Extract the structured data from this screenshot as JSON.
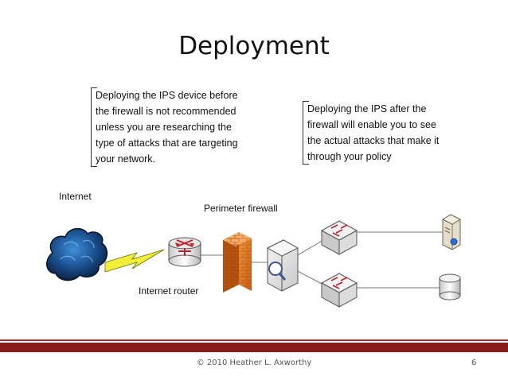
{
  "slide": {
    "title": "Deployment",
    "note_before": "Deploying the IPS device before the firewall is not recommended unless you are researching the type of attacks that are targeting your network.",
    "note_after": "Deploying the IPS after the firewall will enable you to see the actual attacks that make it through your policy"
  },
  "diagram": {
    "label_internet": "Internet",
    "label_firewall": "Perimeter firewall",
    "label_router": "Internet router",
    "icons": [
      "cloud-icon",
      "lightning-icon",
      "router-icon",
      "firewall-icon",
      "ips-icon",
      "switch-icon",
      "server-icon",
      "database-icon"
    ]
  },
  "footer": {
    "copyright": "© 2010 Heather L. Axworthy",
    "page_number": "6"
  }
}
